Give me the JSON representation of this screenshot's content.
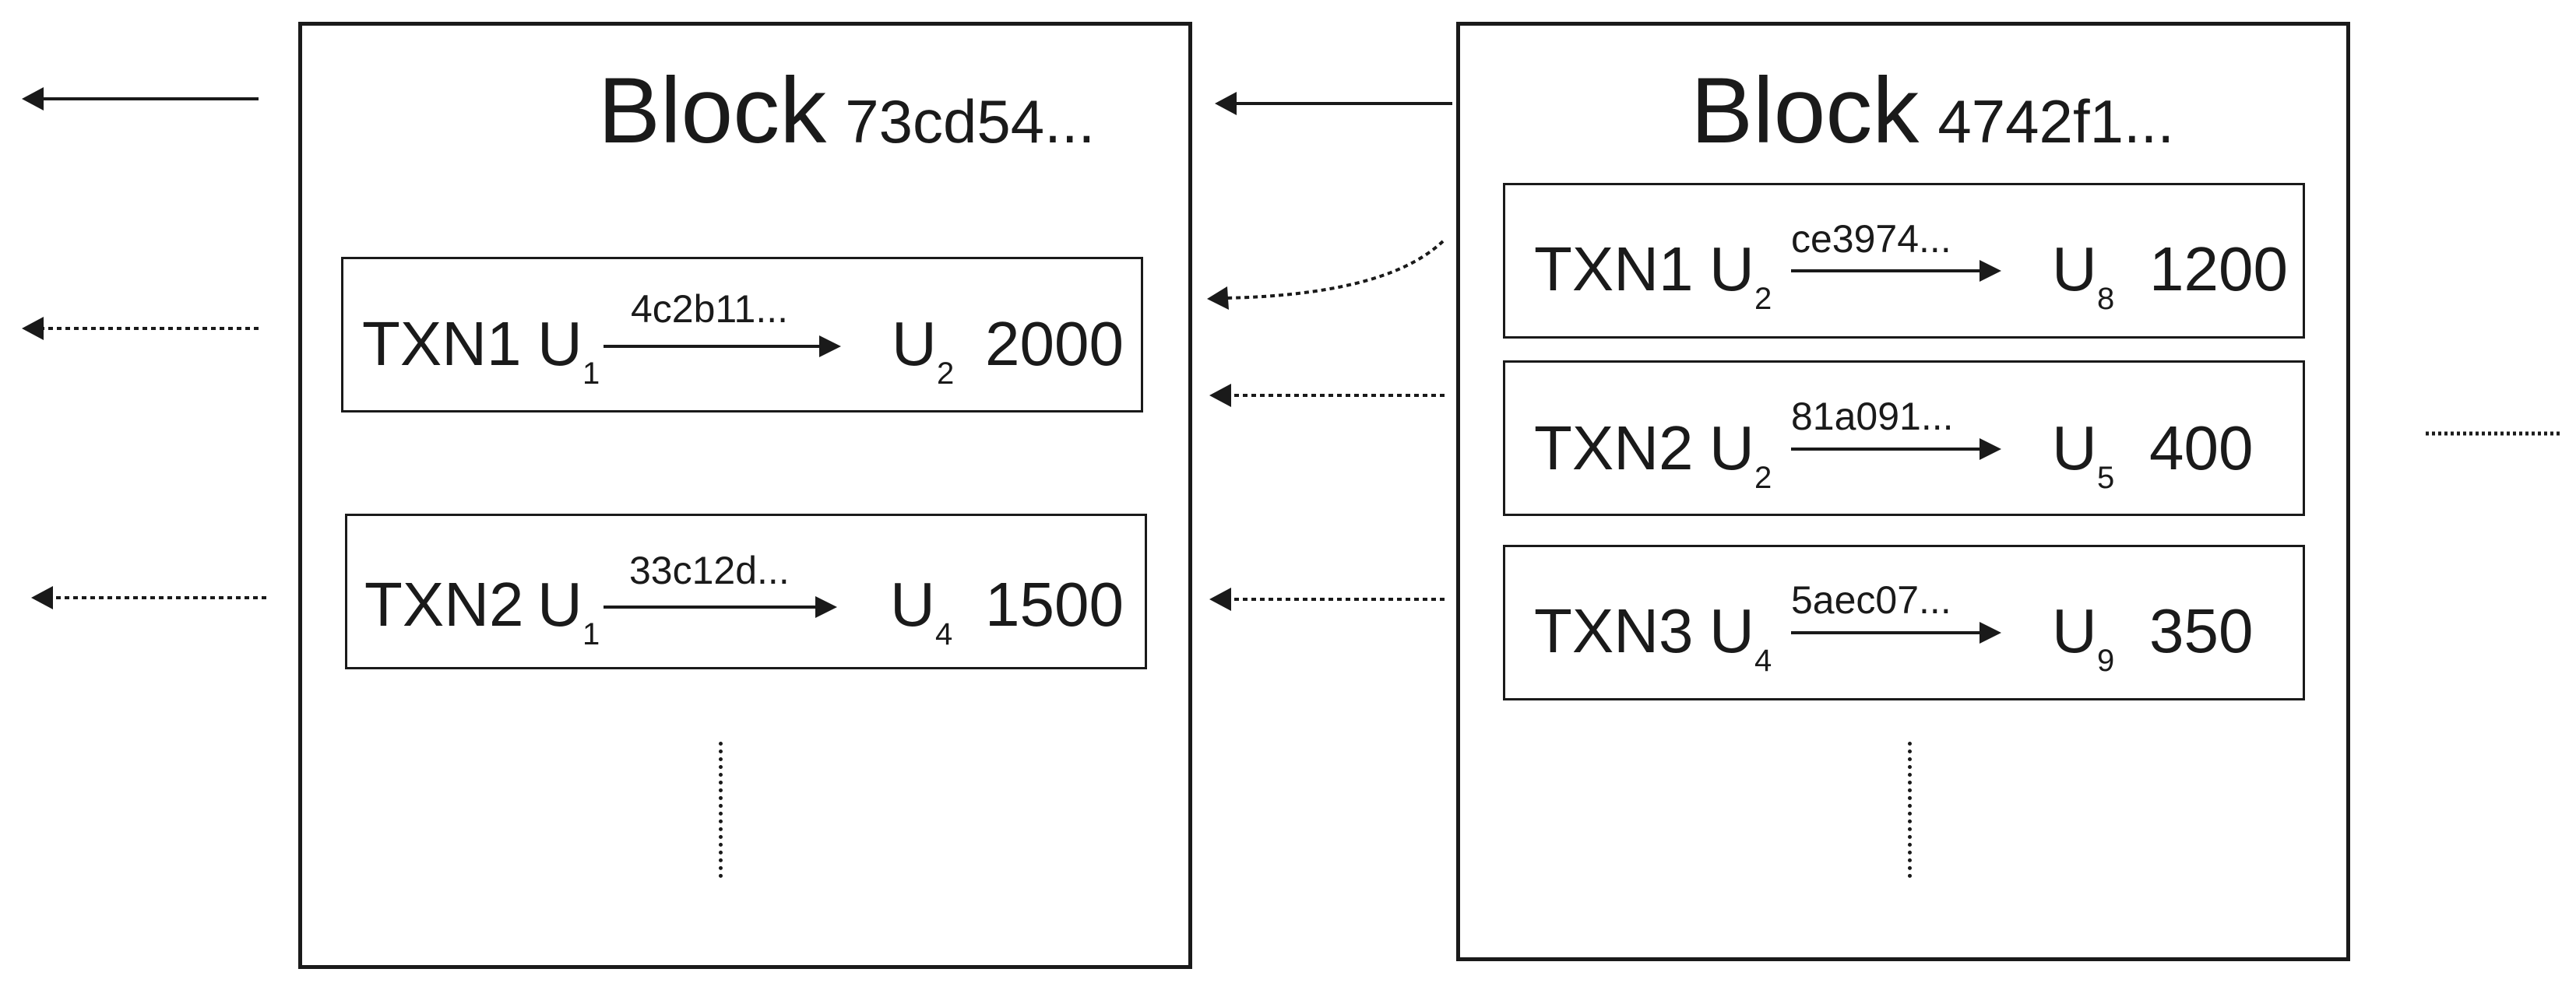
{
  "blocks": [
    {
      "label": "Block",
      "hash": "73cd54...",
      "txns": [
        {
          "id": "TXN1",
          "from": "U",
          "from_sub": "1",
          "edge_hash": "4c2b11...",
          "to": "U",
          "to_sub": "2",
          "amount": "2000"
        },
        {
          "id": "TXN2",
          "from": "U",
          "from_sub": "1",
          "edge_hash": "33c12d...",
          "to": "U",
          "to_sub": "4",
          "amount": "1500"
        }
      ]
    },
    {
      "label": "Block",
      "hash": "4742f1...",
      "txns": [
        {
          "id": "TXN1",
          "from": "U",
          "from_sub": "2",
          "edge_hash": "ce3974...",
          "to": "U",
          "to_sub": "8",
          "amount": "1200"
        },
        {
          "id": "TXN2",
          "from": "U",
          "from_sub": "2",
          "edge_hash": "81a091...",
          "to": "U",
          "to_sub": "5",
          "amount": "400"
        },
        {
          "id": "TXN3",
          "from": "U",
          "from_sub": "4",
          "edge_hash": "5aec07...",
          "to": "U",
          "to_sub": "9",
          "amount": "350"
        }
      ]
    }
  ],
  "colors": {
    "stroke": "#1a1a1a",
    "background": "#ffffff"
  }
}
